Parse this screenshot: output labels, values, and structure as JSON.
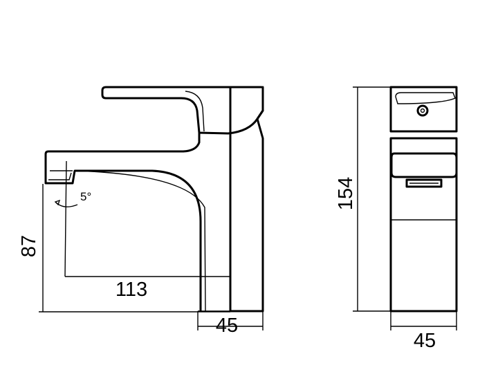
{
  "dimensions": {
    "spout_height": "87",
    "spout_reach": "113",
    "base_width_side": "45",
    "overall_height": "154",
    "base_width_front": "45",
    "spout_angle": "5°"
  }
}
